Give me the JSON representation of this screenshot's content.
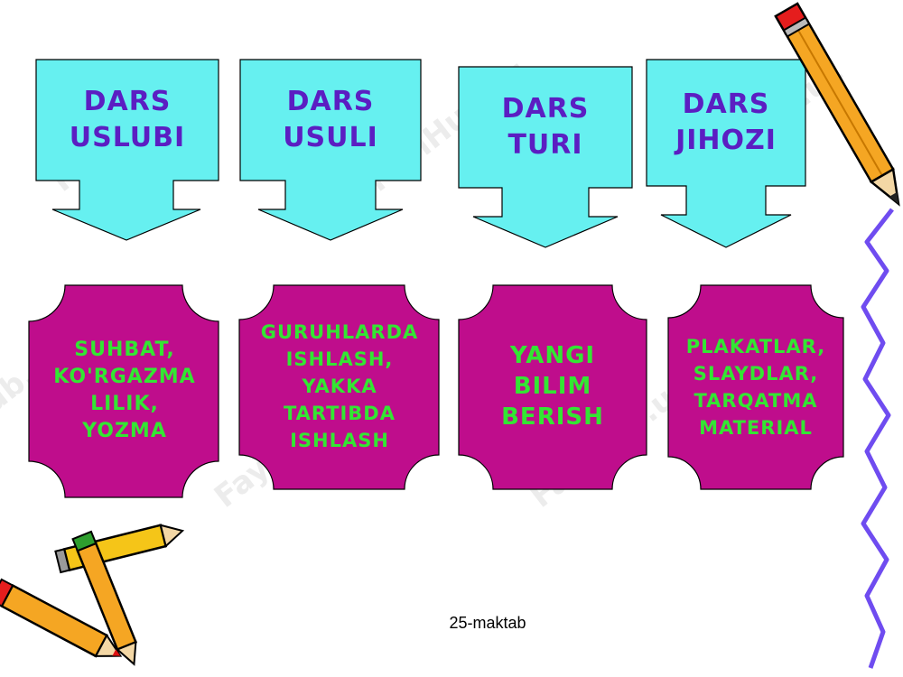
{
  "colors": {
    "arrow_fill": "#66f0f0",
    "arrow_text": "#5b1ec2",
    "box_fill": "#bf0d8c",
    "box_text": "#33e633",
    "wavy_line": "#6f4cf0"
  },
  "arrows": [
    {
      "label": "DARS\nUSLUBI"
    },
    {
      "label": "DARS\nUSULI"
    },
    {
      "label": "DARS\nTURI"
    },
    {
      "label": "DARS\nJIHOZI"
    }
  ],
  "boxes": [
    {
      "label": "SUHBAT,\nKO'RGAZMA\nLILIK,\nYOZMA"
    },
    {
      "label": "GURUHLARDA\nISHLASH,\nYAKKA\nTARTIBDA\nISHLASH"
    },
    {
      "label": "YANGI\nBILIM\nBERISH"
    },
    {
      "label": "PLAKATLAR,\nSLAYDLAR,\nTARQATMA\nMATERIAL"
    }
  ],
  "footer": {
    "text": "25-maktab"
  },
  "watermark": {
    "text": "FaylHub.uz"
  },
  "decorations": {
    "top_right": "pencil-icon",
    "bottom_left": "pencils-icon",
    "right_edge": "wavy-line"
  }
}
